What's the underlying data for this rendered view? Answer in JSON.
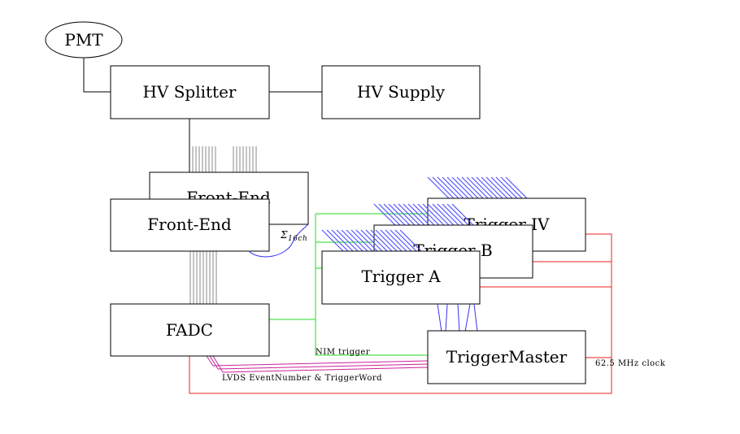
{
  "diagram": {
    "nodes": {
      "pmt": "PMT",
      "hv_splitter": "HV Splitter",
      "hv_supply": "HV Supply",
      "front_end_back": "Front-End",
      "front_end": "Front-End",
      "fadc": "FADC",
      "trigger_iv": "Trigger IV",
      "trigger_b": "Trigger B",
      "trigger_a": "Trigger A",
      "trigger_master": "TriggerMaster"
    },
    "labels": {
      "sum": "Σ",
      "sum_sub": "16ch",
      "nim_trigger": "NIM trigger",
      "lvds": "LVDS EventNumber & TriggerWord",
      "clock": "62.5 MHz clock"
    },
    "colors": {
      "nim": "#22dd22",
      "clock": "#ee2222",
      "lvds": "#cc2299",
      "sum": "#3333ee",
      "hatch": "#5555ff",
      "cables": "#888888"
    }
  }
}
